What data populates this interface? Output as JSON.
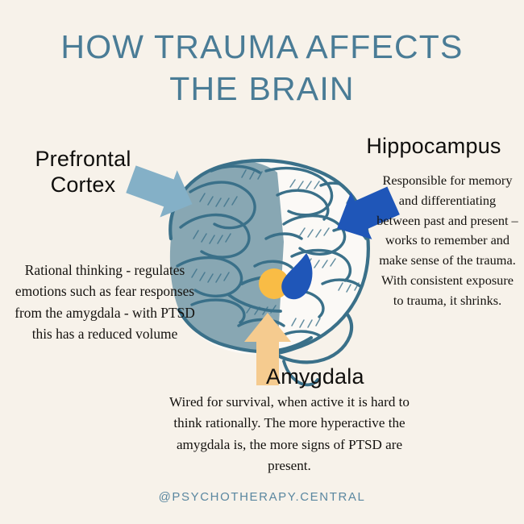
{
  "poster": {
    "background_color": "#f7f2ea",
    "title": "HOW TRAUMA AFFECTS\nTHE BRAIN",
    "title_color": "#4a7c96",
    "footer_handle": "@PSYCHOTHERAPY.CENTRAL",
    "footer_color": "#5a87a0"
  },
  "sections": {
    "prefrontal_cortex": {
      "heading": "Prefrontal\nCortex",
      "body": "Rational thinking - regulates emotions such as fear responses from the amygdala - with PTSD this has a reduced volume",
      "arrow_color": "#84b0c7",
      "arrow_direction": "down-right"
    },
    "hippocampus": {
      "heading": "Hippocampus",
      "body": "Responsible for memory and differentiating between past and present – works to remember and make sense of the trauma. With consistent exposure to trauma, it shrinks.",
      "arrow_color": "#1f56b8",
      "arrow_direction": "down-left",
      "marker_color": "#1f56b8",
      "marker_shape": "seahorse-comma"
    },
    "amygdala": {
      "heading": "Amygdala",
      "body": "Wired for survival, when active it is hard to think rationally. The more hyperactive the amygdala is, the more signs of PTSD are present.",
      "arrow_color": "#f5cb8f",
      "arrow_direction": "up",
      "marker_color": "#f9bc45",
      "marker_shape": "circle"
    }
  },
  "illustration": {
    "name": "lateral-brain-engraving",
    "line_color": "#3a7089",
    "shaded_lobe_color": "#7e9fac",
    "orientation": "facing-left"
  }
}
